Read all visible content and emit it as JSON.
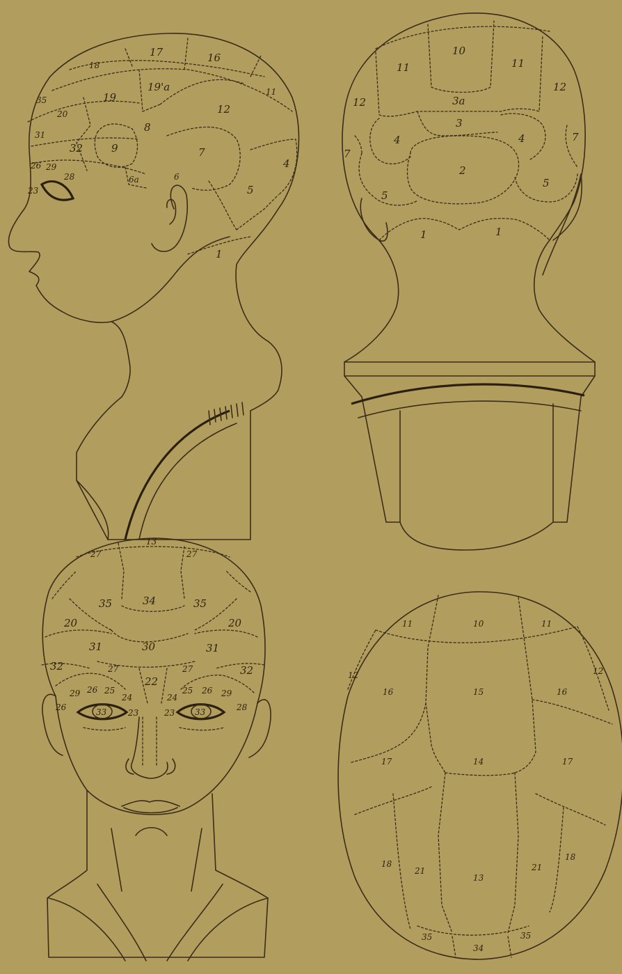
{
  "colors": {
    "paper": "#b19e5e",
    "ink": "#3a2c18"
  },
  "views": {
    "side": {
      "labels": [
        "17",
        "16",
        "18",
        "35",
        "19",
        "19'a",
        "11",
        "20",
        "12",
        "31",
        "8",
        "32",
        "9",
        "7",
        "4",
        "26",
        "29",
        "28",
        "6a",
        "6",
        "5",
        "23",
        "1"
      ]
    },
    "back": {
      "labels": [
        "10",
        "11",
        "11",
        "12",
        "12",
        "3a",
        "3",
        "4",
        "4",
        "7",
        "7",
        "2",
        "5",
        "5",
        "1",
        "1"
      ]
    },
    "front": {
      "labels": [
        "13",
        "27",
        "27",
        "35",
        "34",
        "35",
        "20",
        "20",
        "31",
        "30",
        "31",
        "32",
        "27",
        "22",
        "27",
        "32",
        "29",
        "26",
        "25",
        "24",
        "24",
        "25",
        "26",
        "29",
        "26",
        "33",
        "23",
        "23",
        "33",
        "28"
      ]
    },
    "top": {
      "labels": [
        "11",
        "10",
        "11",
        "12",
        "12",
        "16",
        "15",
        "16",
        "17",
        "14",
        "17",
        "18",
        "21",
        "13",
        "21",
        "18",
        "35",
        "34",
        "35"
      ]
    }
  }
}
